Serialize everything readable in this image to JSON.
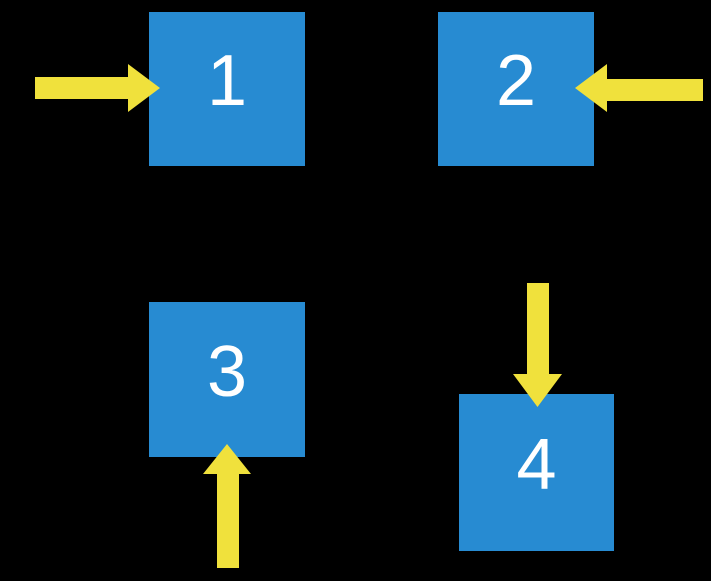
{
  "title": "Four numbered squares with directional arrows",
  "colors": {
    "bg": "#000000",
    "square": "#278BD2",
    "arrow": "#F0E13C",
    "number": "#FFFFFF"
  },
  "squares": [
    {
      "label": "1",
      "position": "top-left",
      "arrow_direction": "right",
      "arrow_points_at": "left side of square 1"
    },
    {
      "label": "2",
      "position": "top-right",
      "arrow_direction": "left",
      "arrow_points_at": "right side of square 2"
    },
    {
      "label": "3",
      "position": "bottom-left",
      "arrow_direction": "up",
      "arrow_points_at": "bottom side of square 3"
    },
    {
      "label": "4",
      "position": "bottom-right",
      "arrow_direction": "down",
      "arrow_points_at": "top side of square 4"
    }
  ]
}
